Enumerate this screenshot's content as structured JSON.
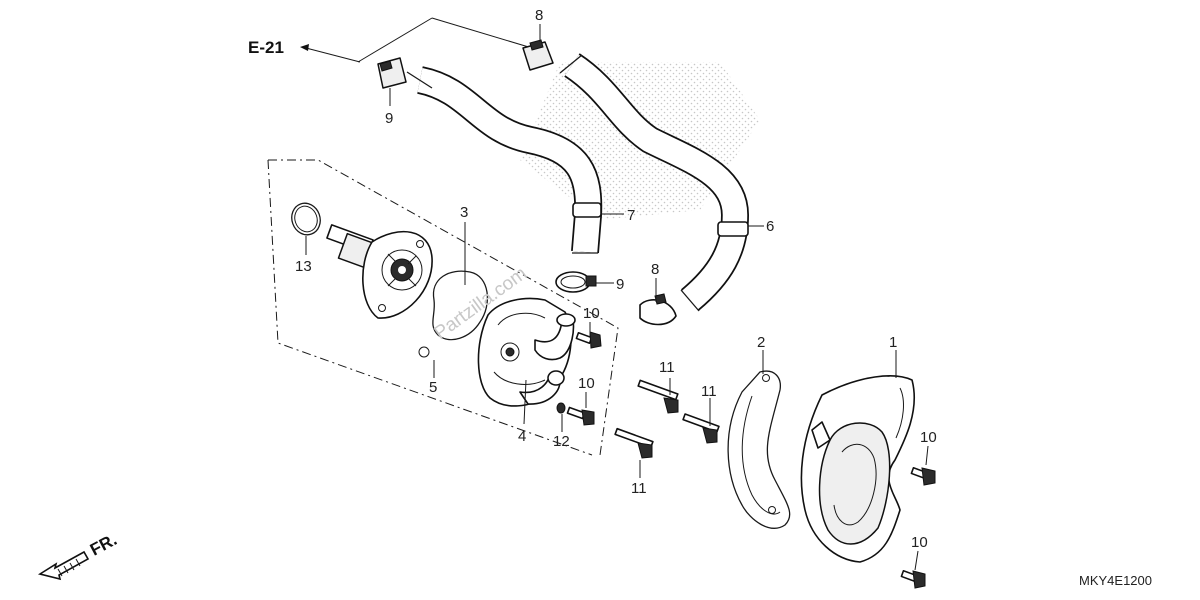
{
  "reference": {
    "label": "E-21"
  },
  "front_marker": {
    "label": "FR."
  },
  "diagram_code": "MKY4E1200",
  "watermark": "Partzilla.com",
  "callouts": {
    "c1": "1",
    "c2": "2",
    "c3": "3",
    "c4": "4",
    "c5": "5",
    "c6": "6",
    "c7": "7",
    "c8a": "8",
    "c8b": "8",
    "c9a": "9",
    "c9b": "9",
    "c10a": "10",
    "c10b": "10",
    "c10c": "10",
    "c10d": "10",
    "c11a": "11",
    "c11b": "11",
    "c11c": "11",
    "c12": "12",
    "c13": "13"
  },
  "colors": {
    "ink": "#111111",
    "paper": "#ffffff"
  }
}
